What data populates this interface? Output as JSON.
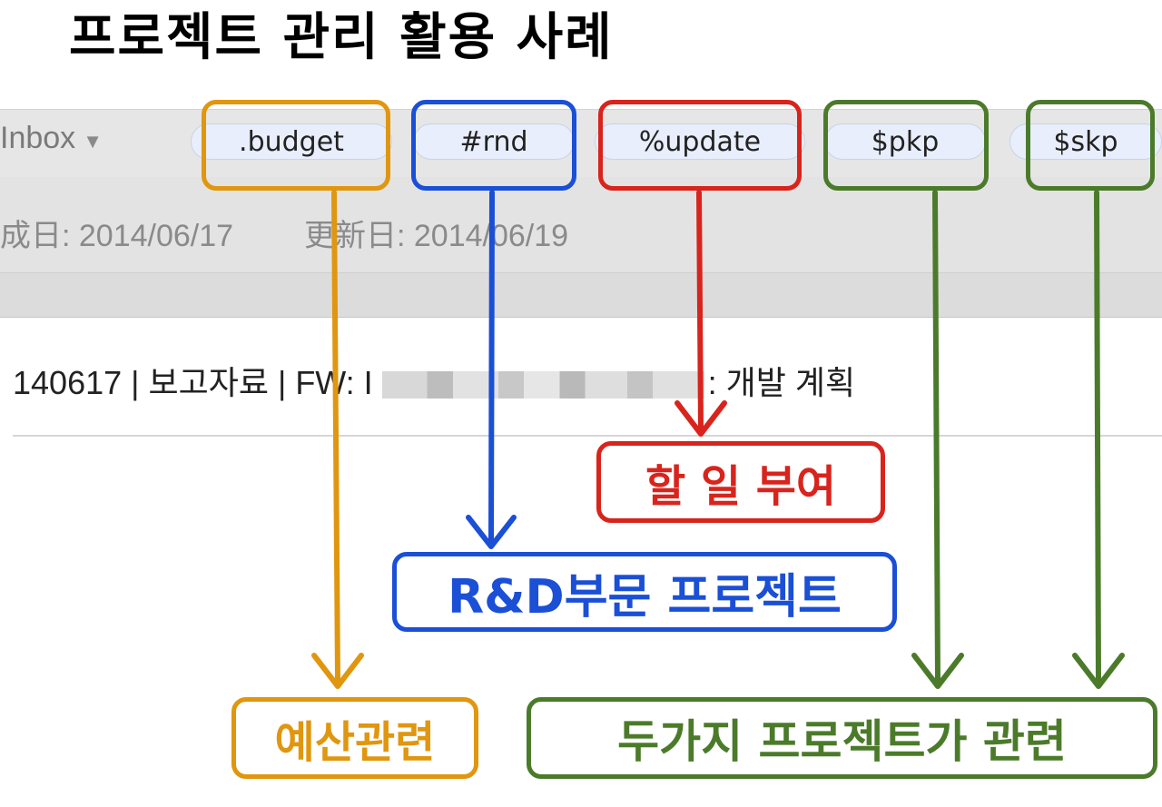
{
  "title": "프로젝트 관리 활용 사례",
  "toolbar": {
    "inbox_label": "Inbox",
    "caret": "▼"
  },
  "tags": [
    {
      "text": ".budget"
    },
    {
      "text": "#rnd"
    },
    {
      "text": "%update"
    },
    {
      "text": "$pkp"
    },
    {
      "text": "$skp"
    }
  ],
  "meta": {
    "created": "成日: 2014/06/17",
    "updated": "更新日: 2014/06/19"
  },
  "email": {
    "subject_prefix": "140617 | 보고자료 | FW: I",
    "subject_suffix": ": 개발 계획"
  },
  "annotations": {
    "todo": "할 일 부여",
    "rnd": "R&D부문 프로젝트",
    "budget": "예산관련",
    "two_projects": "두가지 프로젝트가 관련"
  },
  "colors": {
    "orange": "#e0960f",
    "blue": "#1a4fd6",
    "red": "#d8241c",
    "green": "#4b7b2a"
  }
}
